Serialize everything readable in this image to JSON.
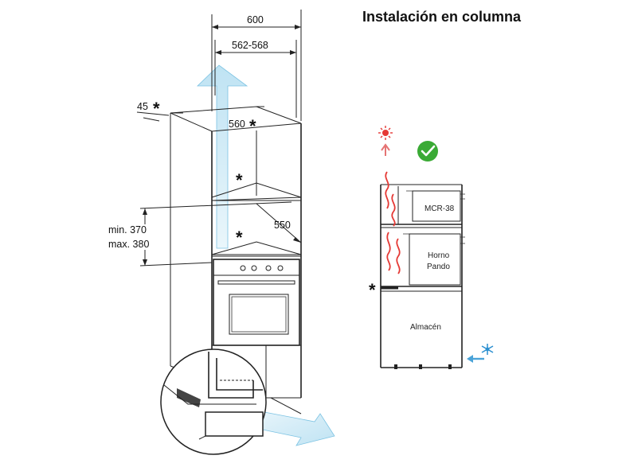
{
  "title": "Instalación en columna",
  "dimensions": {
    "width_outer": "600",
    "width_inner": "562-568",
    "depth_edge": "45",
    "oven_width": "560",
    "depth": "550",
    "height_min": "min. 370",
    "height_max": "max. 380",
    "asterisk": "*"
  },
  "compartments": {
    "microwave": "MCR-38",
    "oven_line1": "Horno",
    "oven_line2": "Pando",
    "storage": "Almacén"
  },
  "icons": {
    "hot_air": "sun-icon",
    "ok": "check-circle-icon",
    "cold_air": "snowflake-icon"
  },
  "colors": {
    "airflow_fill": "#cfe9f5",
    "airflow_stroke": "#5bb0d8",
    "hot": "#e53935",
    "check": "#3aaa35",
    "cold": "#2a8fd0"
  }
}
